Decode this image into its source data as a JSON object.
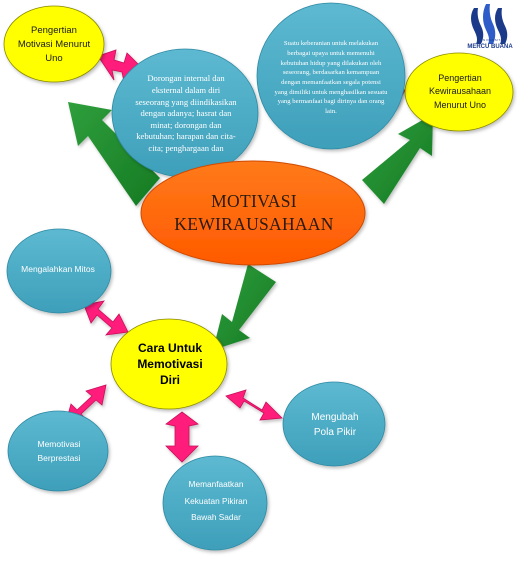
{
  "title": "MOTIVASI KEWIRAUSAHAAN",
  "definitions": {
    "motivasi_title": "Pengertian Motivasi Menurut Uno",
    "motivasi_text": "Dorongan internal dan eksternal dalam diri seseorang yang diindikasikan dengan adanya; hasrat dan minat; dorongan dan kebutuhan; harapan dan cita-cita; penghargaan dan",
    "kewirausahaan_title": "Pengertian Kewirausahaan Menurut Uno",
    "kewirausahaan_text": "Suatu keberanian untuk melakukan berbagai upaya untuk memenuhi kebutuhan hidup yang dilakukan oleh seseorang, berdasarkan kemampuan dengan memanfaatkan segala potensi yang dimiliki untuk menghasilkan sesuatu yang bermanfaat bagi dirinya dan orang lain."
  },
  "hub": {
    "label": "Cara Untuk Memotivasi Diri"
  },
  "ways": [
    {
      "label": "Mengalahkan Mitos"
    },
    {
      "label": "Memotivasi Berprestasi"
    },
    {
      "label": "Memanfaatkan Kekuatan Pikiran Bawah Sadar"
    },
    {
      "label": "Mengubah Pola Pikir"
    }
  ],
  "logo": {
    "small": "UNIVERSITAS",
    "name": "MERCU BUANA"
  },
  "colors": {
    "yellow": "#ffff00",
    "orange": "#ff6600",
    "blue": "#4bacc6",
    "green": "#1f8a2e",
    "pink": "#ff1f7a"
  }
}
